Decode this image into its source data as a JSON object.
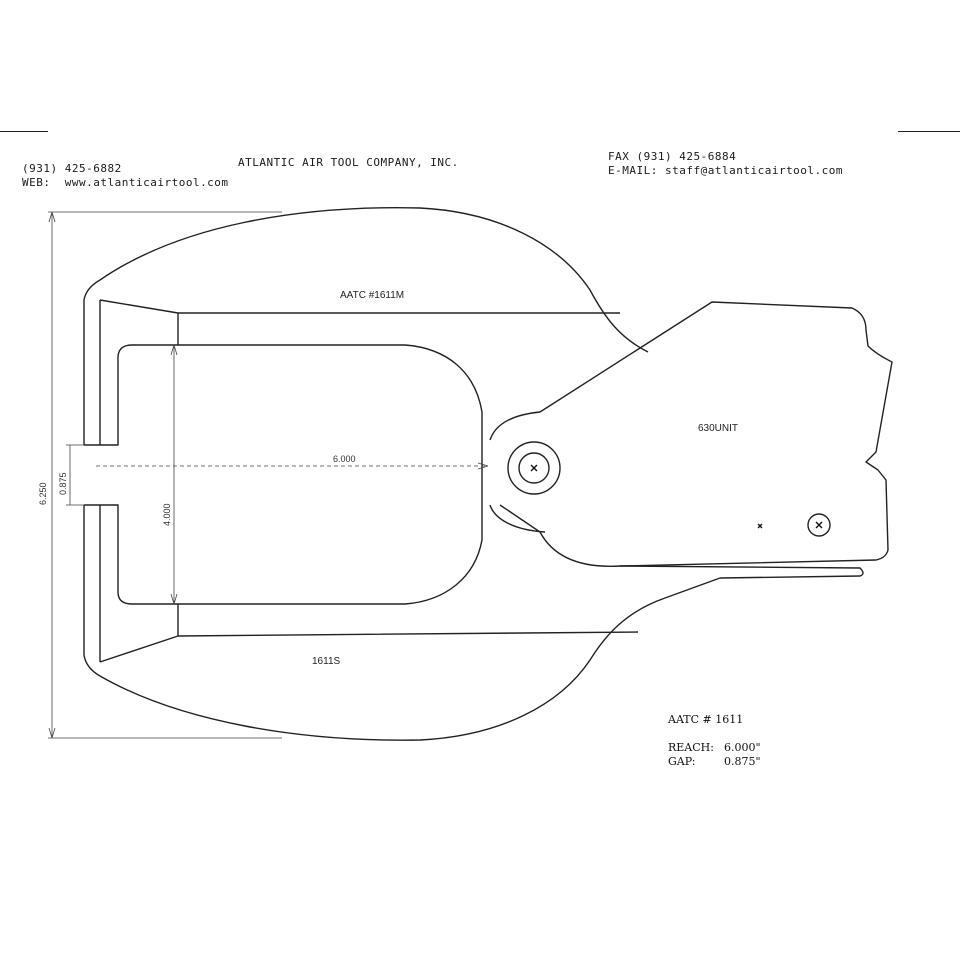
{
  "header": {
    "phone": "(931) 425-6882",
    "web": "WEB:  www.atlanticairtool.com",
    "company": "ATLANTIC AIR TOOL COMPANY, INC.",
    "fax": "FAX (931) 425-6884",
    "email": "E-MAIL: staff@atlanticairtool.com"
  },
  "labels": {
    "upper_arm": "AATC #1611M",
    "lower_arm": "1611S",
    "unit": "630UNIT"
  },
  "dimensions": {
    "overall_height": "6.250",
    "gap": "0.875",
    "reach": "6.000",
    "throat_height": "4.000"
  },
  "spec": {
    "model": "AATC # 1611",
    "reach_label": "REACH:",
    "reach_value": "6.000\"",
    "gap_label": "GAP:",
    "gap_value": "0.875\""
  }
}
